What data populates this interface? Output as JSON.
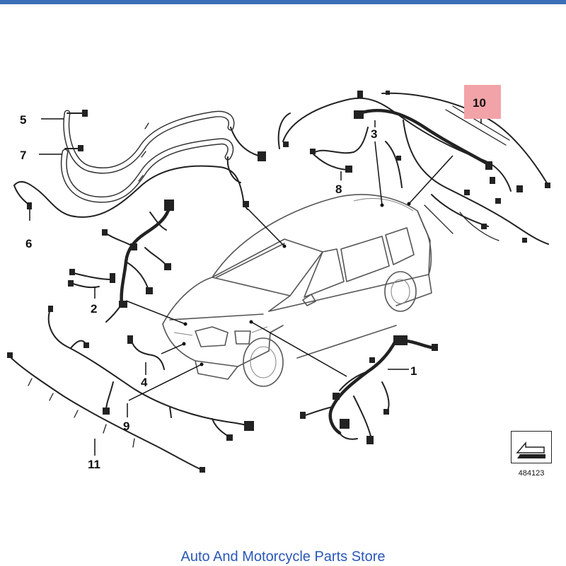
{
  "parts": {
    "p1": "1",
    "p2": "2",
    "p3": "3",
    "p4": "4",
    "p5": "5",
    "p6": "6",
    "p7": "7",
    "p8": "8",
    "p9": "9",
    "p10": "10",
    "p11": "11"
  },
  "highlight": {
    "part": "10",
    "color": "#f2a3a8"
  },
  "catalog_number": "484123",
  "footer": {
    "store_name": "Auto And Motorcycle Parts Store",
    "color": "#2a57b8"
  },
  "accent_bar_color": "#3b6fb6",
  "icons": {
    "catalog": "arrow-catalog-icon"
  }
}
